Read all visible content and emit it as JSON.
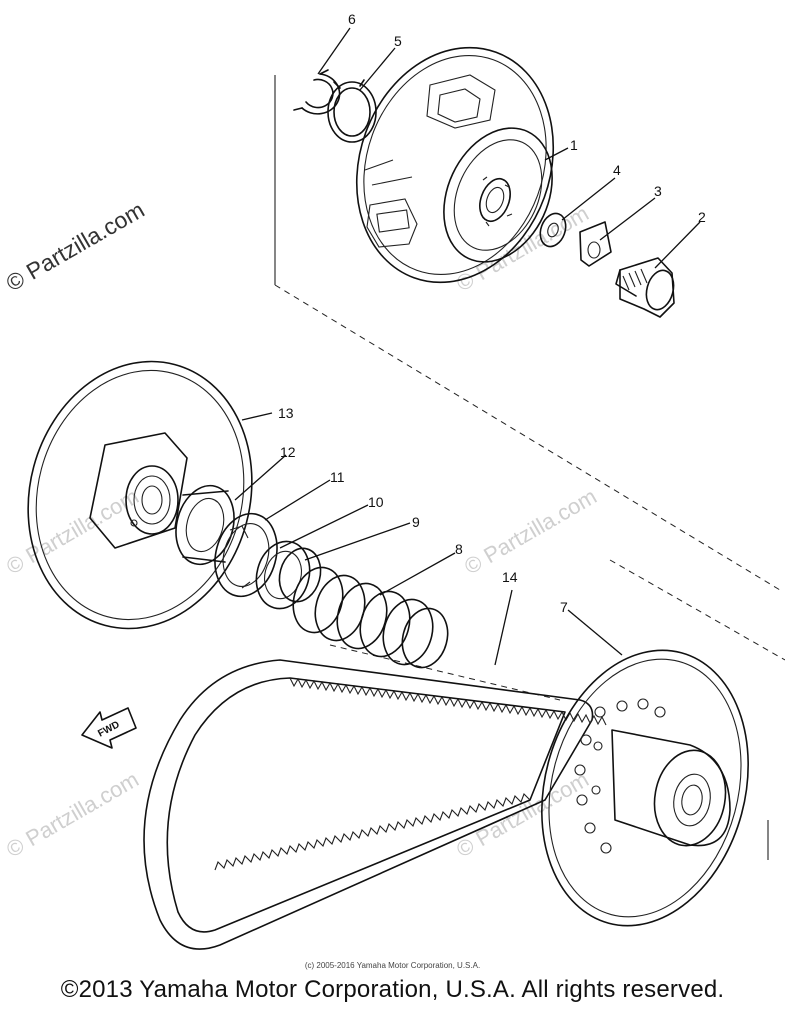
{
  "watermarks": {
    "site_primary": "© Partzilla.com",
    "site_faint": "© Partzilla.com"
  },
  "fwd_label": "FWD",
  "callouts": [
    "1",
    "2",
    "3",
    "4",
    "5",
    "6",
    "7",
    "8",
    "9",
    "10",
    "11",
    "12",
    "13",
    "14"
  ],
  "copyright_small": "(c) 2005-2016 Yamaha Motor Corporation, U.S.A.",
  "copyright_main": "©2013 Yamaha Motor Corporation, U.S.A. All rights reserved."
}
